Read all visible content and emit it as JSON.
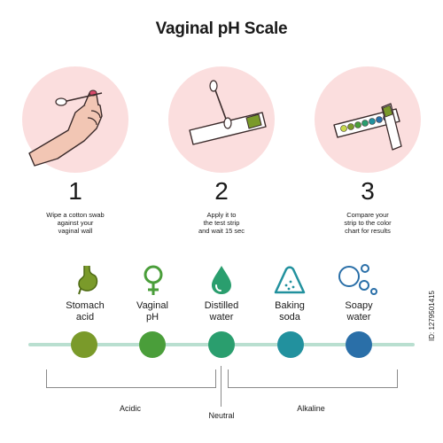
{
  "title": "Vaginal pH Scale",
  "steps": [
    {
      "number": "1",
      "description": "Wipe a cotton swab\nagainst your\nvaginal wall"
    },
    {
      "number": "2",
      "description": "Apply it to\nthe test strip\nand wait 15 sec"
    },
    {
      "number": "3",
      "description": "Compare your\nstrip to the color\nchart for results"
    }
  ],
  "references": [
    {
      "label": "Stomach\nacid",
      "icon": "stomach-icon",
      "color": "#7a9a2a"
    },
    {
      "label": "Vaginal\npH",
      "icon": "female-symbol-icon",
      "color": "#4a9e3a"
    },
    {
      "label": "Distilled\nwater",
      "icon": "water-drop-icon",
      "color": "#2a9e6e"
    },
    {
      "label": "Baking\nsoda",
      "icon": "powder-pile-icon",
      "color": "#22919e"
    },
    {
      "label": "Soapy\nwater",
      "icon": "bubbles-icon",
      "color": "#2a6fa8"
    }
  ],
  "ranges": {
    "acidic": "Acidic",
    "neutral": "Neutral",
    "alkaline": "Alkaline"
  },
  "watermark": "ID: 1279501415",
  "colors": {
    "circle_bg": "#fbdede",
    "scale_line": "#b9dfd0",
    "strip_pad": "#7a9a2a"
  }
}
